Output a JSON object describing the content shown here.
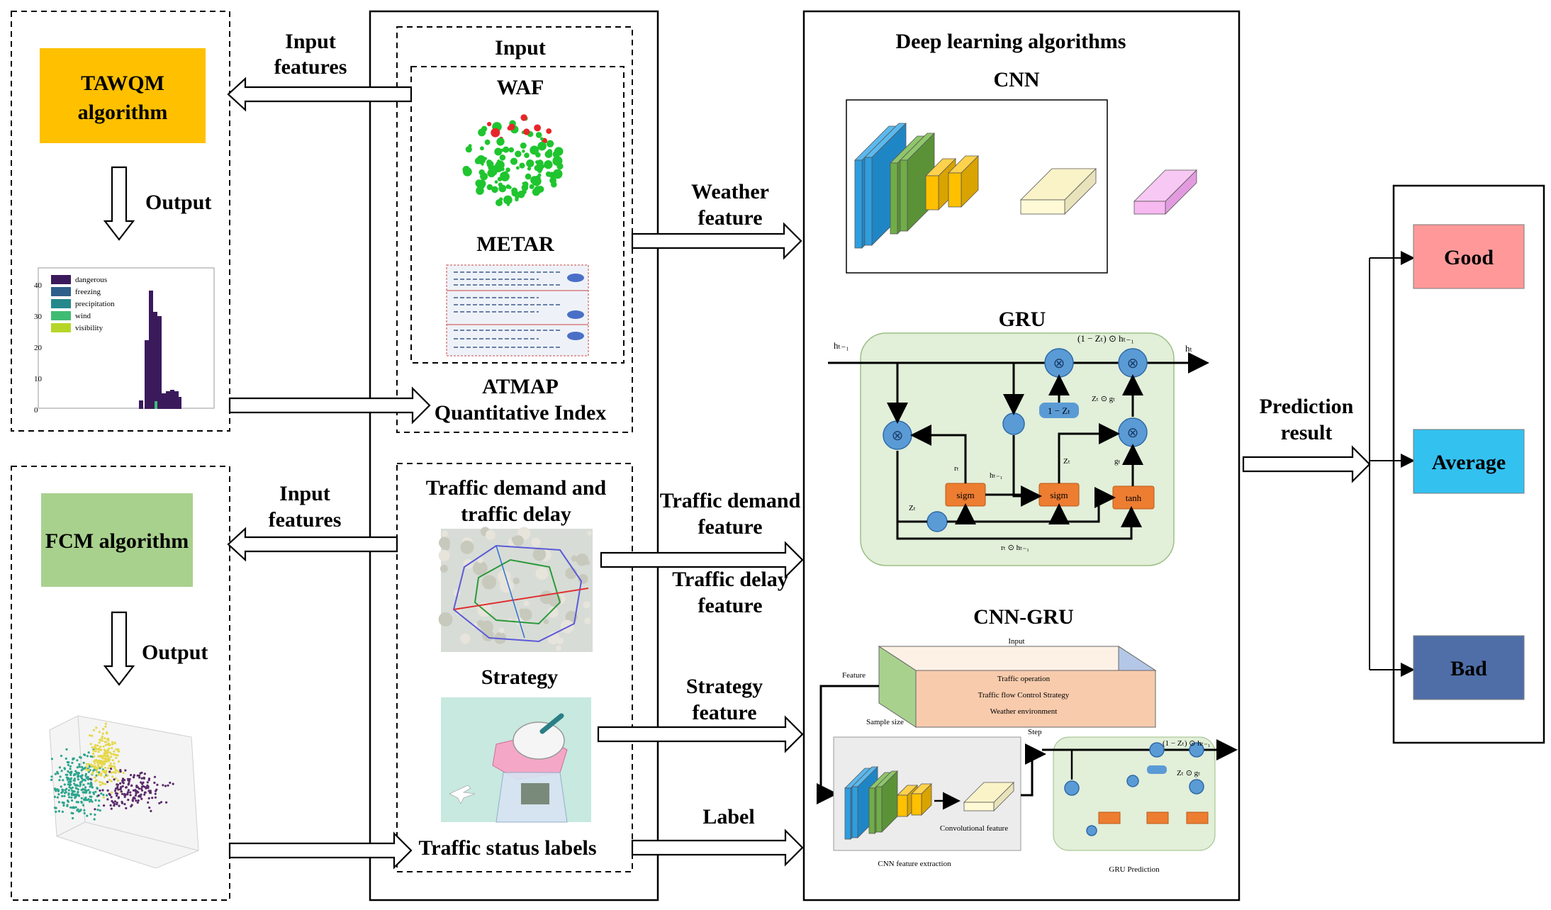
{
  "left_top": {
    "algorithm": "TAWQM algorithm",
    "output": "Output",
    "histogram_legend": [
      "dangerous",
      "freezing",
      "precipitation",
      "wind",
      "visibility"
    ],
    "histogram_yticks": [
      "40",
      "30",
      "20",
      "10",
      "0"
    ]
  },
  "left_bottom": {
    "algorithm": "FCM algorithm",
    "output": "Output"
  },
  "arrows": {
    "input_features_top": [
      "Input",
      "features"
    ],
    "input_features_bottom": [
      "Input",
      "features"
    ],
    "weather_feature": [
      "Weather",
      "feature"
    ],
    "traffic_demand_feature": [
      "Traffic demand",
      "feature"
    ],
    "traffic_delay_feature": [
      "Traffic delay",
      "feature"
    ],
    "strategy_feature": [
      "Strategy",
      "feature"
    ],
    "label": "Label",
    "prediction_result": [
      "Prediction",
      "result"
    ]
  },
  "center": {
    "input_title": "Input",
    "waf": "WAF",
    "metar": "METAR",
    "atmap": [
      "ATMAP",
      "Quantitative Index"
    ],
    "traffic_title": [
      "Traffic demand and",
      "traffic delay"
    ],
    "strategy": "Strategy",
    "traffic_status_labels": "Traffic status labels"
  },
  "deep_learning": {
    "title": "Deep learning algorithms",
    "cnn": "CNN",
    "gru": "GRU",
    "cnn_gru": "CNN-GRU",
    "gru_labels": {
      "h_prev": "hₜ₋₁",
      "h_t": "hₜ",
      "update_top": "(1 − Zₜ) ⊙ hₜ₋₁",
      "one_minus": "1 − Zₜ",
      "zg": "Zₜ ⊙ gₜ",
      "r": "rₜ",
      "h_prev2": "hₜ₋₁",
      "z": "Zₜ",
      "g": "gₜ",
      "z2": "Zₜ",
      "rh": "rₜ ⊙ hₜ₋₁",
      "sigm1": "sigm",
      "sigm2": "sigm",
      "tanh": "tanh"
    },
    "cnn_gru_labels": {
      "input": "Input",
      "feature": "Feature",
      "sample_size": "Sample size",
      "step": "Step",
      "rows": [
        "Traffic operation",
        "Traffic flow Control Strategy",
        "Weather environment"
      ],
      "conv_feature": "Convolutional feature",
      "cnn_extraction": "CNN feature extraction",
      "gru_prediction": "GRU Prediction"
    }
  },
  "output": {
    "classes": [
      {
        "label": "Good",
        "color": "#ff9999"
      },
      {
        "label": "Average",
        "color": "#33c1f0"
      },
      {
        "label": "Bad",
        "color": "#4f6ea8"
      }
    ]
  },
  "colors": {
    "tawqm": "#ffc000",
    "fcm": "#a9d18e",
    "gru_bg": "#e2efd9",
    "cnn_gru_input": "#f8cbad",
    "hist_purple": "#3b1a5c"
  }
}
